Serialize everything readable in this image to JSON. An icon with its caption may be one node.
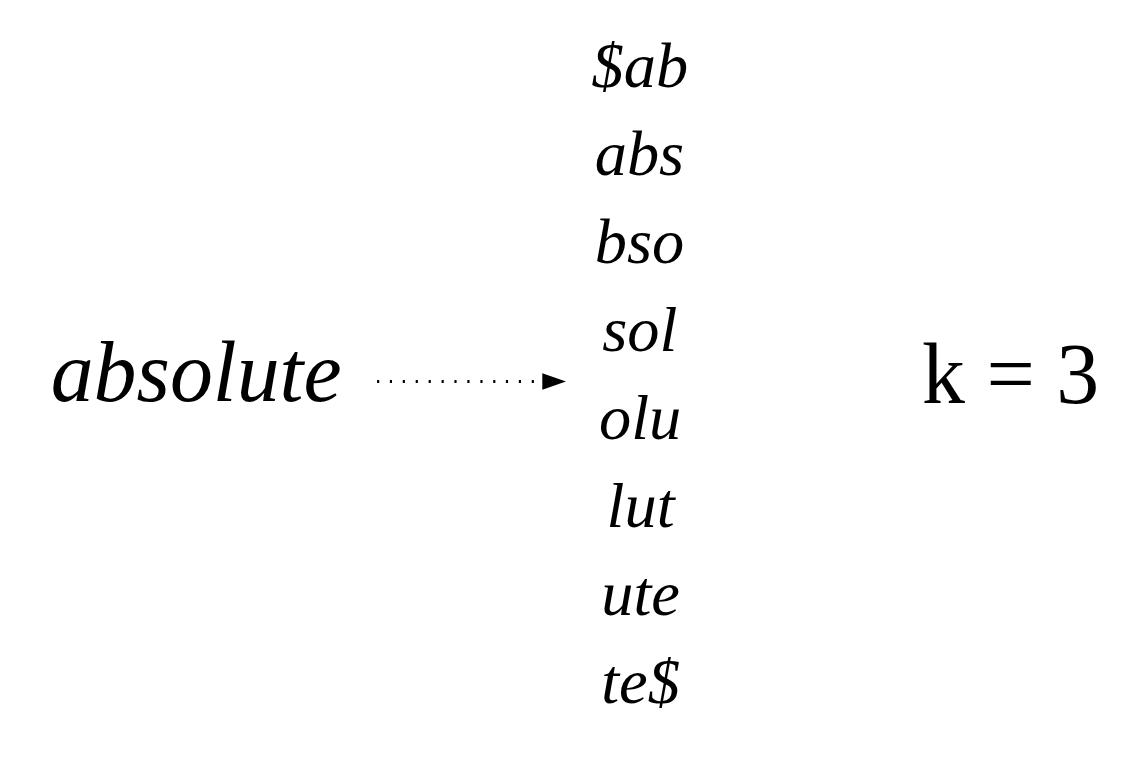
{
  "diagram": {
    "nodes": [
      {
        "text": [
          "absolute"
        ]
      },
      {
        "text": [
          "$ab",
          "abs",
          "bso",
          "sol",
          "olu",
          "lut",
          "ute",
          "te$"
        ]
      }
    ],
    "edges": [
      {
        "from": 0,
        "to": 1,
        "arrow": "to",
        "style": "dashed"
      }
    ],
    "labels": [
      "k = 3"
    ]
  }
}
